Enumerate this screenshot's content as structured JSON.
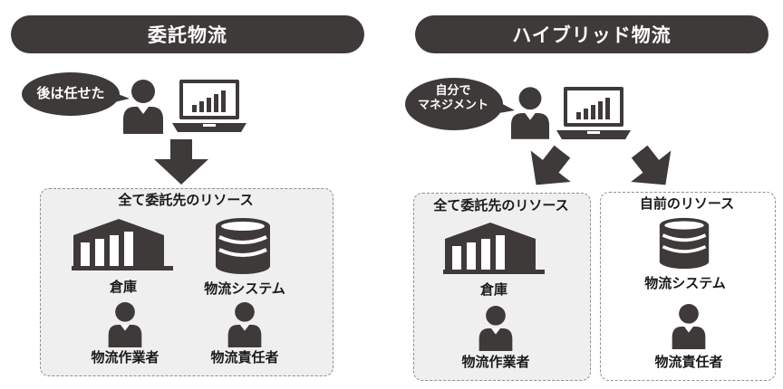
{
  "left": {
    "title": "委託物流",
    "bubble": "後は任せた",
    "panel": {
      "header": "全て委託先のリソース",
      "items": [
        "倉庫",
        "物流システム",
        "物流作業者",
        "物流責任者"
      ]
    }
  },
  "right": {
    "title": "ハイブリッド物流",
    "bubble_line1": "自分で",
    "bubble_line2": "マネジメント",
    "panel_a": {
      "header": "全て委託先のリソース",
      "items": [
        "倉庫",
        "物流作業者"
      ]
    },
    "panel_b": {
      "header": "自前のリソース",
      "items": [
        "物流システム",
        "物流責任者"
      ]
    }
  },
  "colors": {
    "dark": "#3d3a39",
    "panel_bg": "#efefef"
  }
}
